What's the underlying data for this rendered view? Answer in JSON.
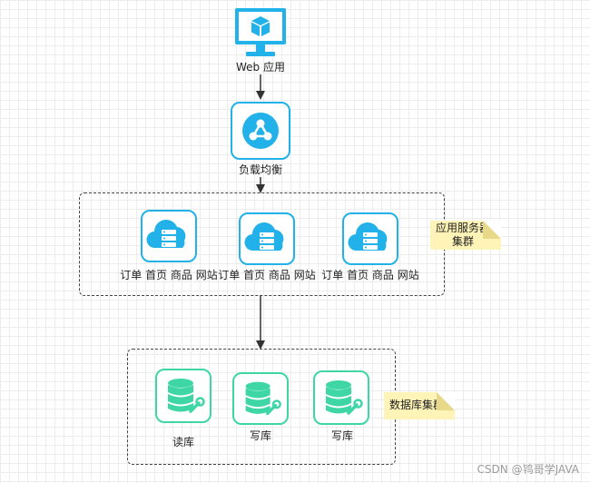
{
  "nodes": {
    "web_app": {
      "label": "Web 应用",
      "icon": "monitor-cube-icon"
    },
    "load_balancer": {
      "label": "负载均衡",
      "icon": "share-nodes-icon"
    },
    "app_servers": [
      {
        "label": "订单 首页 商品 网站",
        "icon": "cloud-server-icon"
      },
      {
        "label": "订单 首页 商品 网站",
        "icon": "cloud-server-icon"
      },
      {
        "label": "订单 首页 商品 网站",
        "icon": "cloud-server-icon"
      }
    ],
    "databases": [
      {
        "label": "读库",
        "icon": "database-wrench-icon"
      },
      {
        "label": "写库",
        "icon": "database-wrench-icon"
      },
      {
        "label": "写库",
        "icon": "database-wrench-icon"
      }
    ]
  },
  "notes": {
    "app_cluster": "应用服务器集群",
    "db_cluster": "数据库集群"
  },
  "colors": {
    "blue": "#22b1e8",
    "green": "#3fd6a5",
    "note": "#fff4b8"
  },
  "watermark": "CSDN @鸨哥学JAVA"
}
